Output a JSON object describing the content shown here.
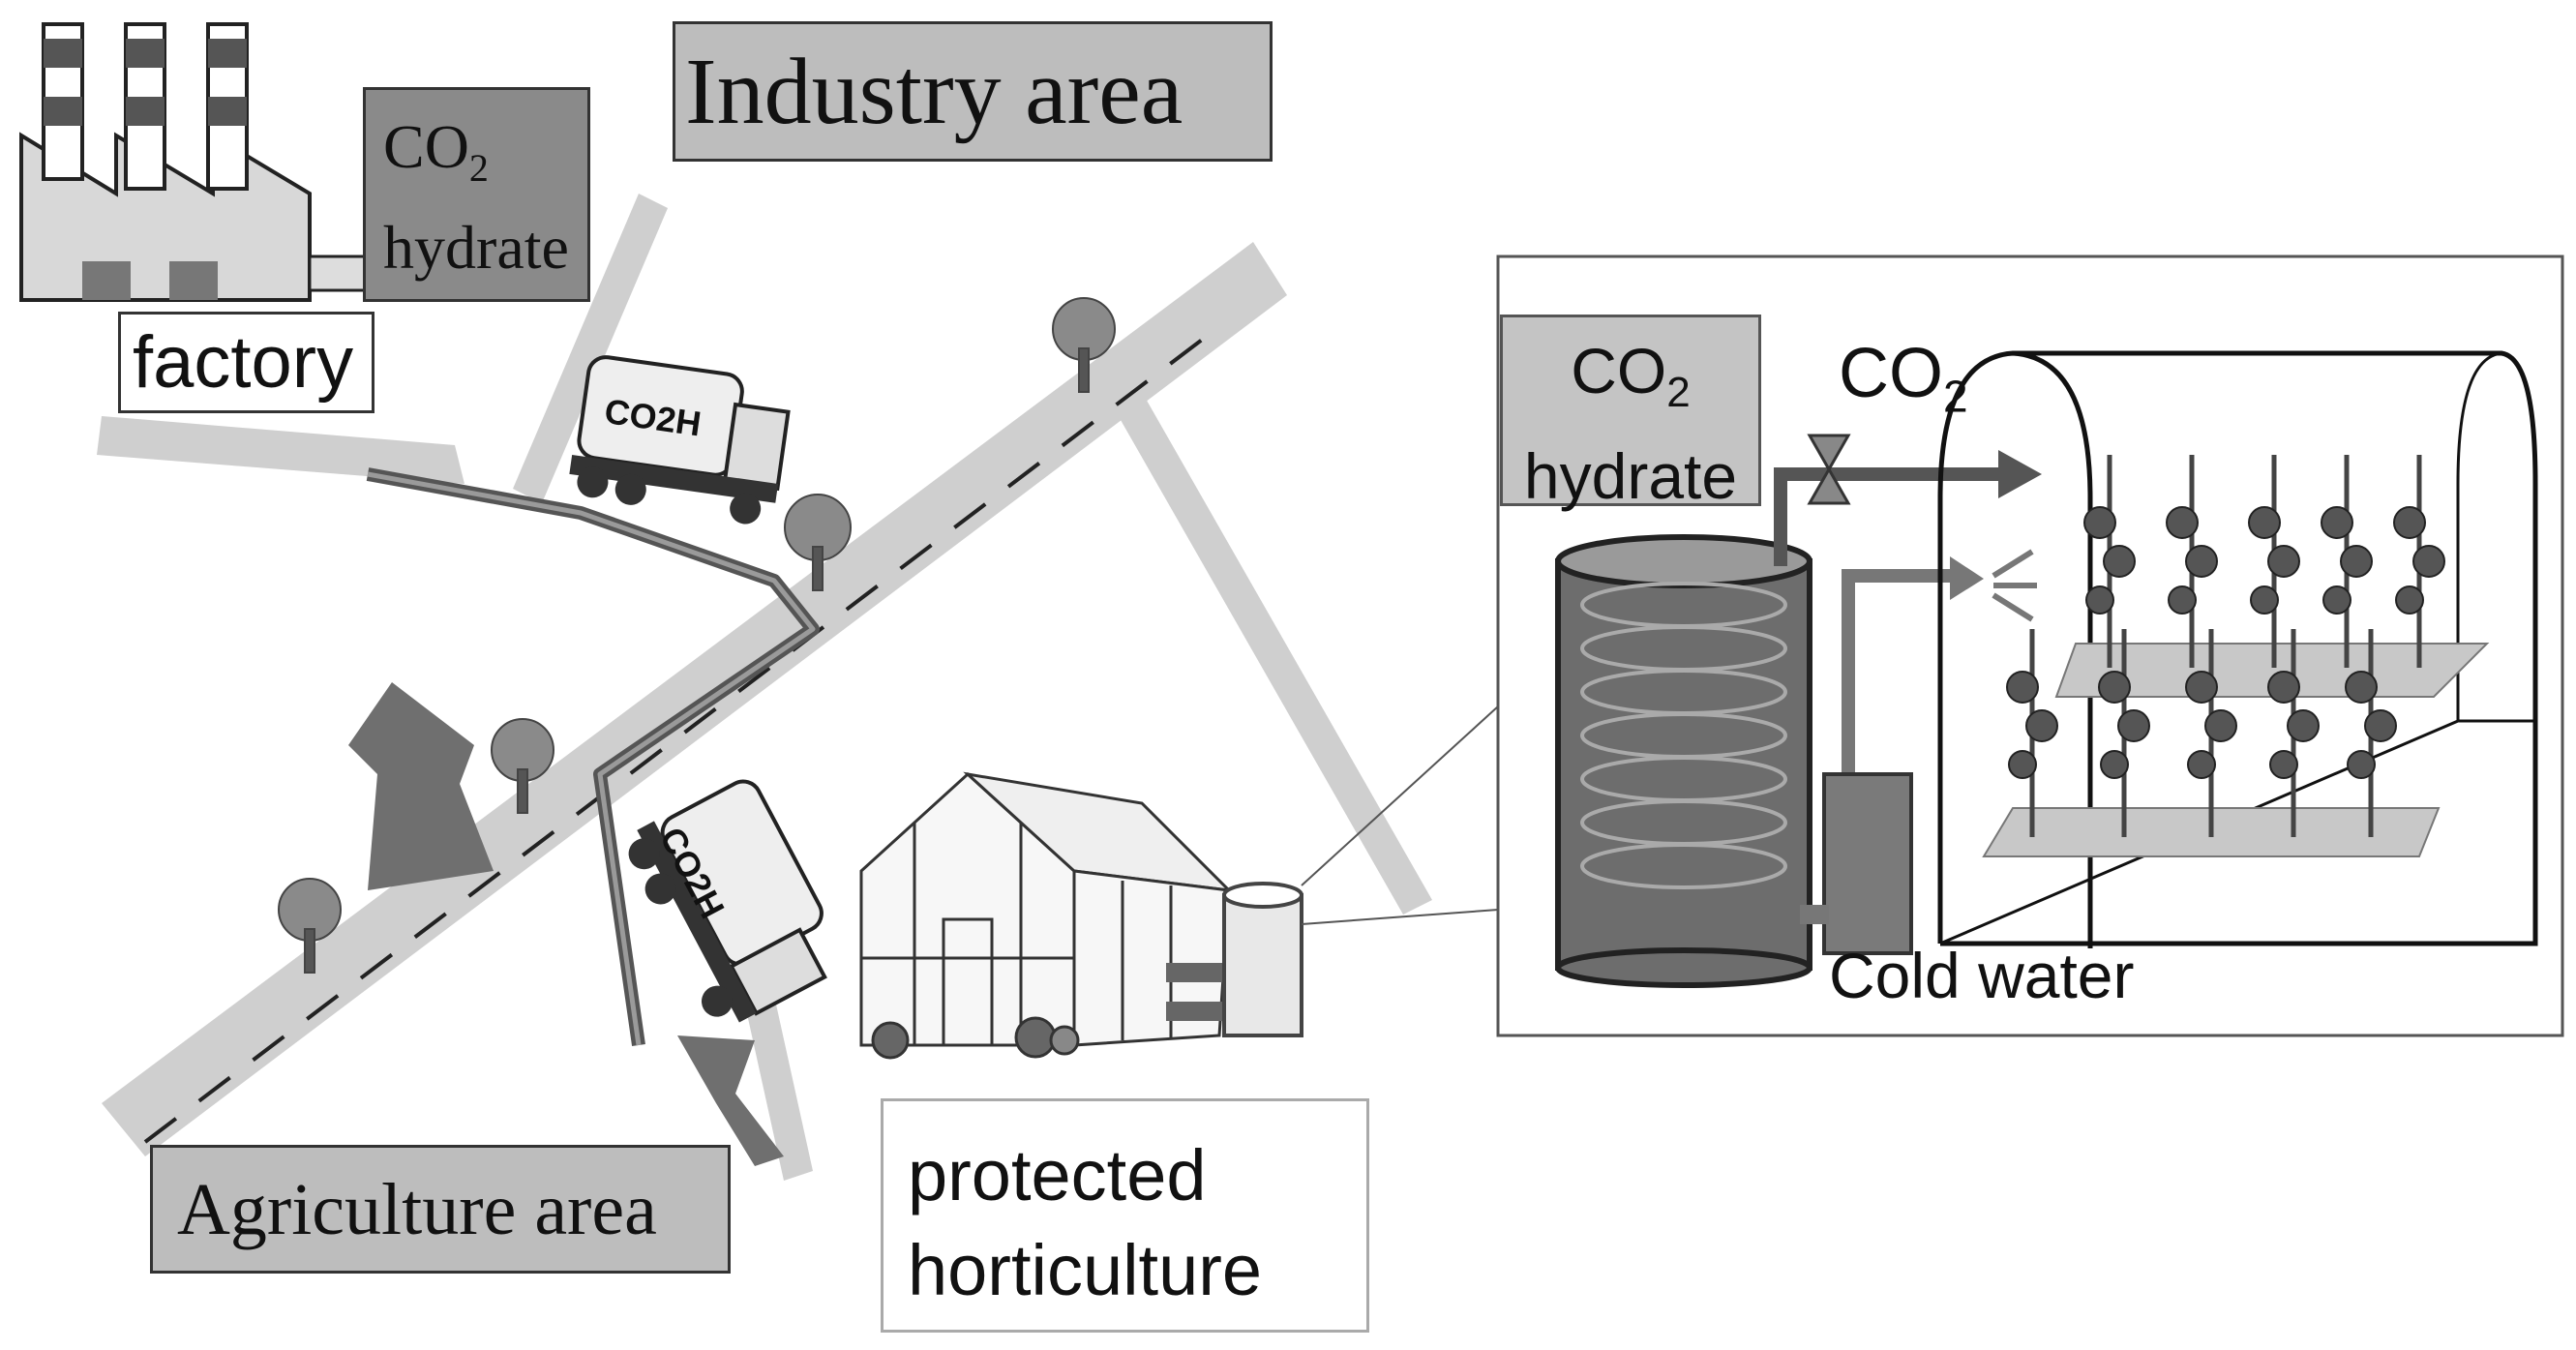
{
  "labels": {
    "industry_area": "Industry area",
    "agriculture_area": "Agriculture area",
    "factory": "factory",
    "factory_hydrate": "hydrate",
    "factory_co": "CO",
    "factory_co_sub": "2",
    "protected_line1": "protected",
    "protected_line2": "horticulture",
    "inset_co": "CO",
    "inset_co_sub": "2",
    "inset_hydrate": "hydrate",
    "co2_out": "CO",
    "co2_out_sub": "2",
    "cold_water": "Cold water",
    "truck1": "CO2H",
    "truck2": "CO2H"
  },
  "colors": {
    "road": "#cfcfcf",
    "pipe": "#555555",
    "dark_gray": "#6f6f6f",
    "label_fill": "#bdbdbd"
  }
}
